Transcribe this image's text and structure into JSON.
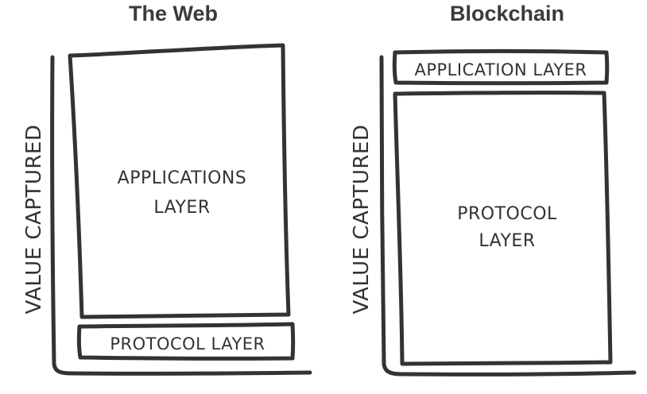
{
  "diagrams": [
    {
      "title": "The Web",
      "axis_label": "VALUE CAPTURED",
      "large_box_label_line1": "APPLICATIONS",
      "large_box_label_line2": "LAYER",
      "small_box_label": "PROTOCOL LAYER"
    },
    {
      "title": "Blockchain",
      "axis_label": "VALUE CAPTURED",
      "small_box_label": "APPLICATION LAYER",
      "large_box_label_line1": "PROTOCOL",
      "large_box_label_line2": "LAYER"
    }
  ],
  "colors": {
    "ink": "#333333",
    "background": "#ffffff"
  }
}
